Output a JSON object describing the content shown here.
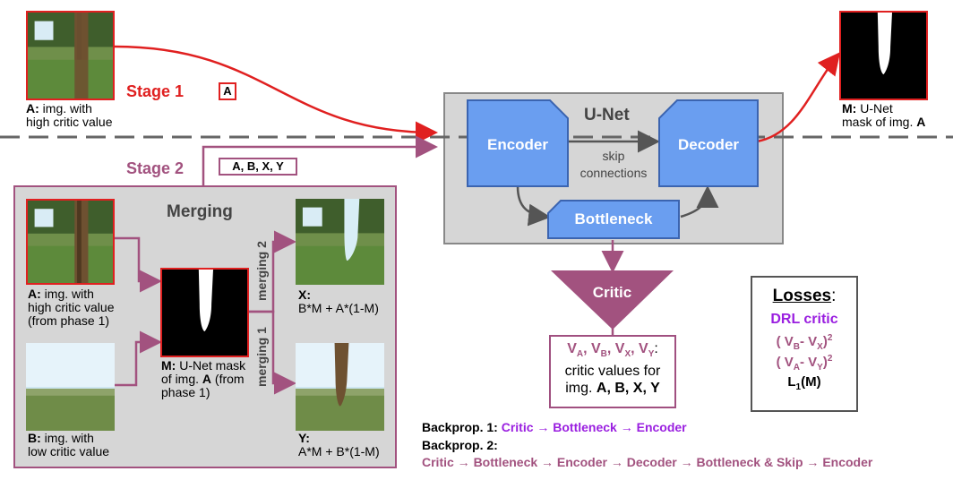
{
  "stage1": {
    "label": "Stage 1",
    "tag": "A",
    "image_a_caption_bold": "A:",
    "image_a_caption": " img. with",
    "image_a_caption_line2": "high critic value",
    "mask_caption_bold": "M:",
    "mask_caption": " U-Net",
    "mask_caption_line2_pre": "mask of img. ",
    "mask_caption_line2_bold": "A"
  },
  "stage2": {
    "label": "Stage 2",
    "tag": "A, B, X, Y",
    "merging_title": "Merging",
    "merging_1": "merging 1",
    "merging_2": "merging 2",
    "a_bold": "A:",
    "a_line1": " img. with",
    "a_line2": "high critic value",
    "a_line3": "(from phase 1)",
    "b_bold": "B:",
    "b_line1": " img. with",
    "b_line2": "low critic value",
    "m_bold": "M:",
    "m_line1": " U-Net mask",
    "m_line2_pre": "of img. ",
    "m_line2_bold": "A",
    "m_line2_post": " (from",
    "m_line3": "phase 1)",
    "x_bold": "X:",
    "x_formula": "B*M + A*(1-M)",
    "y_bold": "Y:",
    "y_formula": "A*M + B*(1-M)"
  },
  "unet": {
    "title": "U-Net",
    "encoder": "Encoder",
    "decoder": "Decoder",
    "bottleneck": "Bottleneck",
    "skip_line1": "skip",
    "skip_line2": "connections"
  },
  "critic": {
    "label": "Critic",
    "values_v": "V",
    "sub_a": "A",
    "sub_b": "B",
    "sub_x": "X",
    "sub_y": "Y",
    "sep": ", ",
    "colon": ":",
    "line2": "critic values for",
    "line3_pre": "img. ",
    "line3_bold": "A, B, X, Y"
  },
  "losses": {
    "title": "Losses",
    "colon": ":",
    "drl": "DRL critic",
    "term1_pre": "( V",
    "term1_sub": "B",
    "term1_mid": "- V",
    "term1_sub2": "X",
    "term1_post": ")",
    "term2_pre": "( V",
    "term2_sub": "A",
    "term2_mid": "- V",
    "term2_sub2": "Y",
    "term2_post": ")",
    "exp": "2",
    "l1_pre": "L",
    "l1_sub": "1",
    "l1_post": "(M)"
  },
  "backprop": {
    "bp1_label": "Backprop. 1: ",
    "bp1_path": "Critic → Bottleneck → Encoder",
    "bp2_label": "Backprop. 2:",
    "bp2_path": "Critic → Bottleneck → Encoder → Decoder → Bottleneck & Skip → Encoder"
  },
  "colors": {
    "stage1_red": "#e02020",
    "stage2_mauve": "#a2527f",
    "unet_blue": "#6a9ef0",
    "panel_gray": "#d6d6d6",
    "bp1_purple": "#9a1fe0"
  }
}
